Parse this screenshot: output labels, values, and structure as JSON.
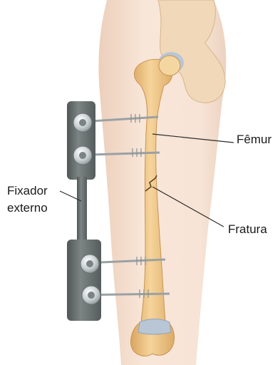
{
  "labels": {
    "femur": "Fêmur",
    "fratura": "Fratura",
    "fixador_line1": "Fixador",
    "fixador_line2": "externo"
  },
  "colors": {
    "skin": "#f6e3d4",
    "skin_shadow": "#e9cdb9",
    "bone": "#f2cf95",
    "bone_shadow": "#d9a864",
    "cartilage": "#b8c6d6",
    "fixator": "#6c7473",
    "fixator_dark": "#4e5554",
    "pin": "#9aa1a4",
    "leader_line": "#2b2b2b"
  }
}
